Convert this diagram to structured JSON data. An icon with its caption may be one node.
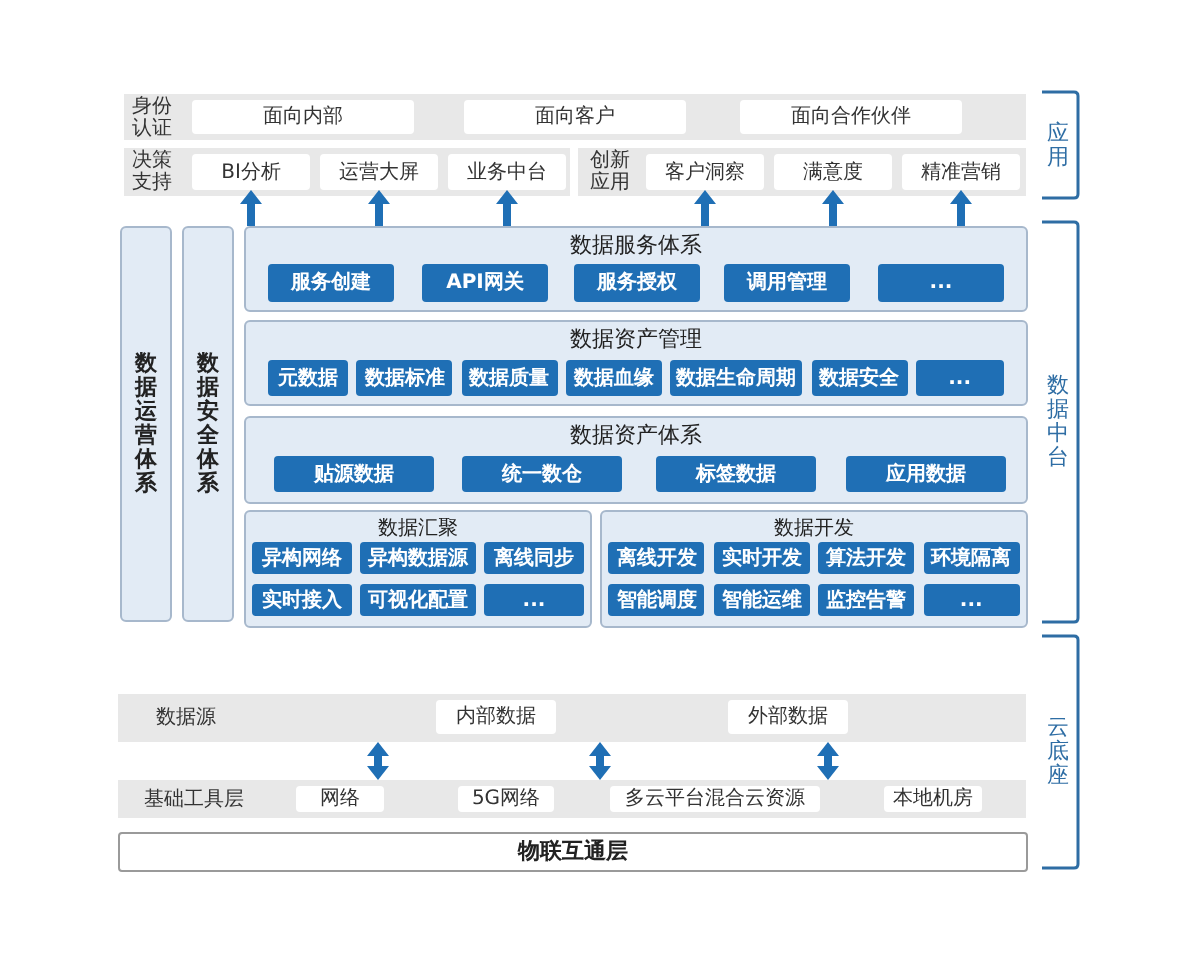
{
  "diagram": {
    "nodes": [
      {
        "text": [
          "身份认证"
        ]
      },
      {
        "text": [
          "面向内部"
        ],
        "in": 0
      },
      {
        "text": [
          "面向客户"
        ],
        "in": 0
      },
      {
        "text": [
          "面向合作伙伴"
        ],
        "in": 0
      },
      {
        "text": [
          "决策支持"
        ]
      },
      {
        "text": [
          "BI分析"
        ],
        "in": 4
      },
      {
        "text": [
          "运营大屏"
        ],
        "in": 4
      },
      {
        "text": [
          "业务中台"
        ],
        "in": 4
      },
      {
        "text": [
          "创新应用"
        ]
      },
      {
        "text": [
          "客户洞察"
        ],
        "in": 8
      },
      {
        "text": [
          "满意度"
        ],
        "in": 8
      },
      {
        "text": [
          "精准营销"
        ],
        "in": 8
      },
      {
        "text": [
          "数据运营体系"
        ]
      },
      {
        "text": [
          "数据安全体系"
        ]
      },
      {
        "text": [
          "数据服务体系"
        ]
      },
      {
        "text": [
          "服务创建"
        ],
        "in": 14
      },
      {
        "text": [
          "API网关"
        ],
        "in": 14
      },
      {
        "text": [
          "服务授权"
        ],
        "in": 14
      },
      {
        "text": [
          "调用管理"
        ],
        "in": 14
      },
      {
        "text": [
          "..."
        ],
        "in": 14
      },
      {
        "text": [
          "数据资产管理"
        ]
      },
      {
        "text": [
          "元数据"
        ],
        "in": 20
      },
      {
        "text": [
          "数据标准"
        ],
        "in": 20
      },
      {
        "text": [
          "数据质量"
        ],
        "in": 20
      },
      {
        "text": [
          "数据血缘"
        ],
        "in": 20
      },
      {
        "text": [
          "数据生命周期"
        ],
        "in": 20
      },
      {
        "text": [
          "数据安全"
        ],
        "in": 20
      },
      {
        "text": [
          "..."
        ],
        "in": 20
      },
      {
        "text": [
          "数据资产体系"
        ]
      },
      {
        "text": [
          "贴源数据"
        ],
        "in": 28
      },
      {
        "text": [
          "统一数仓"
        ],
        "in": 28
      },
      {
        "text": [
          "标签数据"
        ],
        "in": 28
      },
      {
        "text": [
          "应用数据"
        ],
        "in": 28
      },
      {
        "text": [
          "数据汇聚"
        ]
      },
      {
        "text": [
          "异构网络"
        ],
        "in": 33
      },
      {
        "text": [
          "异构数据源"
        ],
        "in": 33
      },
      {
        "text": [
          "离线同步"
        ],
        "in": 33
      },
      {
        "text": [
          "实时接入"
        ],
        "in": 33
      },
      {
        "text": [
          "可视化配置"
        ],
        "in": 33
      },
      {
        "text": [
          "..."
        ],
        "in": 33
      },
      {
        "text": [
          "数据开发"
        ]
      },
      {
        "text": [
          "离线开发"
        ],
        "in": 40
      },
      {
        "text": [
          "实时开发"
        ],
        "in": 40
      },
      {
        "text": [
          "算法开发"
        ],
        "in": 40
      },
      {
        "text": [
          "环境隔离"
        ],
        "in": 40
      },
      {
        "text": [
          "智能调度"
        ],
        "in": 40
      },
      {
        "text": [
          "智能运维"
        ],
        "in": 40
      },
      {
        "text": [
          "监控告警"
        ],
        "in": 40
      },
      {
        "text": [
          "..."
        ],
        "in": 40
      },
      {
        "text": [
          "数据源"
        ]
      },
      {
        "text": [
          "内部数据"
        ],
        "in": 49
      },
      {
        "text": [
          "外部数据"
        ],
        "in": 49
      },
      {
        "text": [
          "基础工具层"
        ]
      },
      {
        "text": [
          "网络"
        ],
        "in": 52
      },
      {
        "text": [
          "5G网络"
        ],
        "in": 52
      },
      {
        "text": [
          "多云平台混合云资源"
        ],
        "in": 52
      },
      {
        "text": [
          "本地机房"
        ],
        "in": 52
      },
      {
        "text": [
          "物联互通层"
        ]
      }
    ],
    "edges": [
      {
        "from": 14,
        "to": 5,
        "arrow": "to"
      },
      {
        "from": 14,
        "to": 6,
        "arrow": "to"
      },
      {
        "from": 14,
        "to": 7,
        "arrow": "to"
      },
      {
        "from": 14,
        "to": 9,
        "arrow": "to"
      },
      {
        "from": 14,
        "to": 10,
        "arrow": "to"
      },
      {
        "from": 14,
        "to": 11,
        "arrow": "to"
      },
      {
        "from": 49,
        "to": 52,
        "arrow": "both"
      },
      {
        "from": 49,
        "to": 52,
        "arrow": "both"
      },
      {
        "from": 49,
        "to": 52,
        "arrow": "both"
      }
    ],
    "labels": [
      "应用",
      "数据中台",
      "云底座"
    ]
  }
}
